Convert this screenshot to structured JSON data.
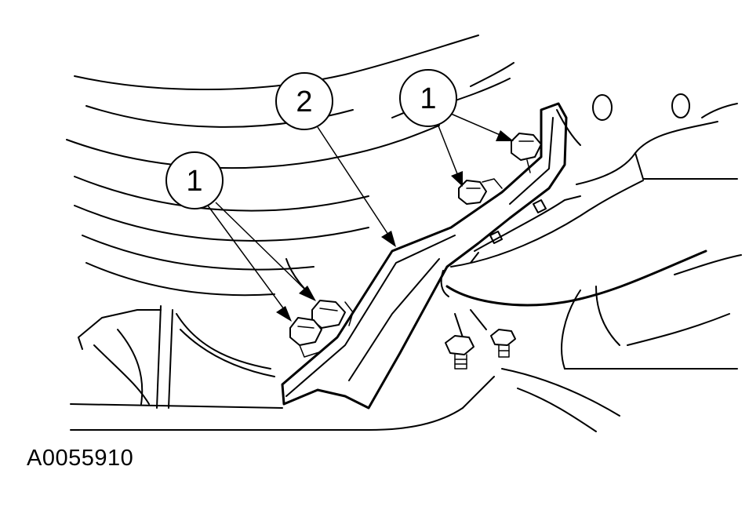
{
  "figure": {
    "id_label": "A0055910"
  },
  "callouts": [
    {
      "number": "1"
    },
    {
      "number": "2"
    },
    {
      "number": "1"
    }
  ]
}
